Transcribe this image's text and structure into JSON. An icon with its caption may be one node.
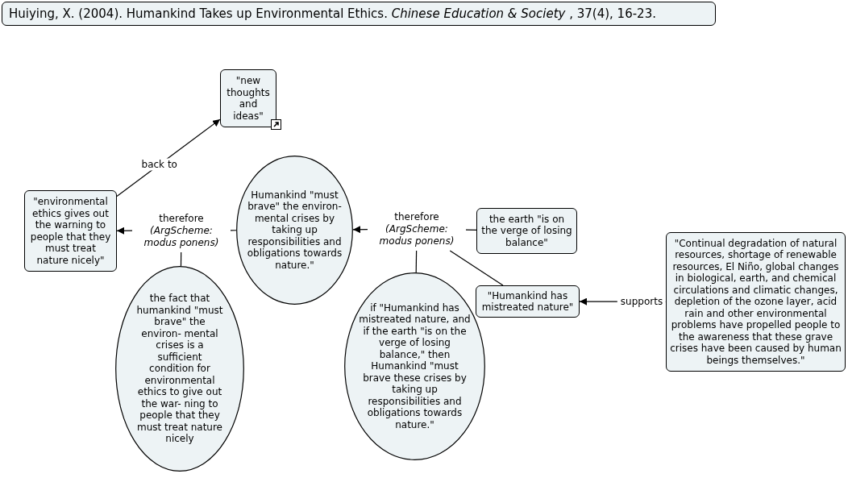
{
  "diagram": {
    "title": "Huiying, X. (2004). Humankind Takes up Environmental Ethics. *Chinese Education & Society* , 37(4), 16-23.",
    "nodes": [
      {
        "text": [
          "\"new thoughts and ideas\""
        ]
      },
      {
        "text": [
          "\"environmental ethics gives out the warning to people that they must treat nature nicely\""
        ]
      },
      {
        "text": [
          "therefore",
          "(ArgScheme: modus ponens)"
        ]
      },
      {
        "text": [
          "Humankind \"must brave\" the environ- mental crises by taking up responsibilities and obligations towards nature.\""
        ]
      },
      {
        "text": [
          "the fact that humankind \"must brave\" the environ- mental crises is a sufficient condition for environmental ethics to give out the war- ning to people that they must treat nature nicely"
        ]
      },
      {
        "text": [
          "therefore",
          "(ArgScheme: modus ponens)"
        ]
      },
      {
        "text": [
          "the earth \"is on the verge of losing balance\""
        ]
      },
      {
        "text": [
          "if \"Humankind has mistreated nature, and if the earth \"is on the verge of losing balance,\" then Humankind \"must brave these crises by taking up responsibilities and obligations towards nature.\""
        ]
      },
      {
        "text": [
          "\"Humankind has mistreated nature\""
        ]
      },
      {
        "text": [
          "\"Continual degradation of natural resources, shortage of renewable resources, El Niño, global changes in biological, earth, and chemical circulations and climatic changes, depletion of the ozone layer, acid rain and other environmental problems have propelled people to the awareness that these grave crises have been caused by human beings themselves.\""
        ]
      }
    ],
    "edges": [
      {
        "from": 1,
        "to": 0,
        "arrow": "to",
        "label": "back to"
      },
      {
        "from": 2,
        "to": 1,
        "arrow": "to"
      },
      {
        "from": 3,
        "to": 2,
        "arrow": "none"
      },
      {
        "from": 4,
        "to": 2,
        "arrow": "none"
      },
      {
        "from": 5,
        "to": 3,
        "arrow": "to"
      },
      {
        "from": 6,
        "to": 5,
        "arrow": "none"
      },
      {
        "from": 7,
        "to": 5,
        "arrow": "none"
      },
      {
        "from": 8,
        "to": 5,
        "arrow": "none"
      },
      {
        "from": 9,
        "to": 8,
        "arrow": "to",
        "label": "supports"
      }
    ]
  }
}
